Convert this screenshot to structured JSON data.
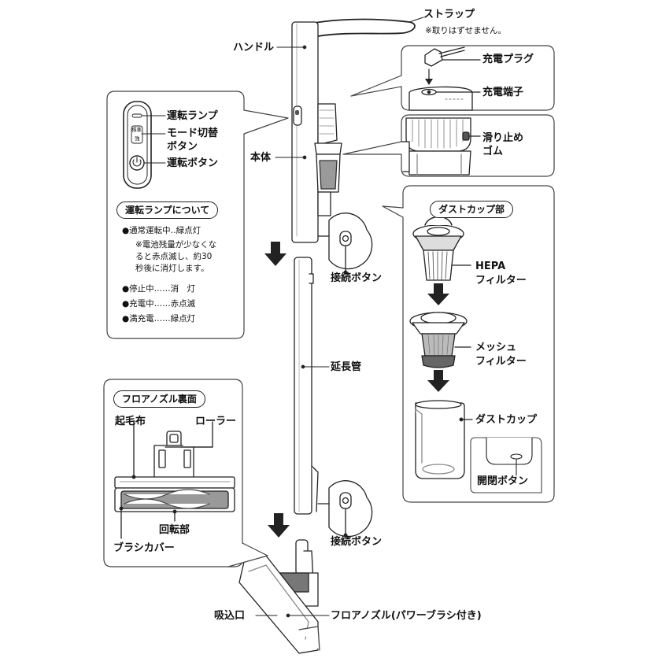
{
  "labels": {
    "strap": "ストラップ",
    "strap_note": "※取りはずせません。",
    "handle": "ハンドル",
    "body": "本体",
    "charge_plug": "充電プラグ",
    "charge_terminal": "充電端子",
    "nonslip_rubber_l1": "滑り止め",
    "nonslip_rubber_l2": "ゴム",
    "connect_button_1": "接続ボタン",
    "extension_pipe": "延長管",
    "connect_button_2": "接続ボタン",
    "suction_port": "吸込口",
    "floor_nozzle": "フロアノズル(パワーブラシ付き)"
  },
  "control_panel": {
    "op_lamp": "運転ランプ",
    "mode_btn_l1": "モード切替",
    "mode_btn_l2": "ボタン",
    "op_button": "運転ボタン",
    "btn_standard": "標準",
    "btn_strong": "強",
    "lamp_title": "運転ランプについて",
    "status_normal": "●通常運転中‥緑点灯",
    "status_note_l1": "※電池残量が少なくな",
    "status_note_l2": "ると赤点滅し、約30",
    "status_note_l3": "秒後に消灯します。",
    "status_stopped": "●停止中‥‥‥消　灯",
    "status_charging": "●充電中‥‥‥赤点滅",
    "status_full": "●満充電‥‥‥緑点灯"
  },
  "dust_cup": {
    "title": "ダストカップ部",
    "hepa_l1": "HEPA",
    "hepa_l2": "フィルター",
    "mesh_l1": "メッシュ",
    "mesh_l2": "フィルター",
    "dust_cup": "ダストカップ",
    "open_close_btn": "開閉ボタン"
  },
  "nozzle_back": {
    "title": "フロアノズル裏面",
    "nap_cloth": "起毛布",
    "roller": "ローラー",
    "rotating_part": "回転部",
    "brush_cover": "ブラシカバー"
  }
}
